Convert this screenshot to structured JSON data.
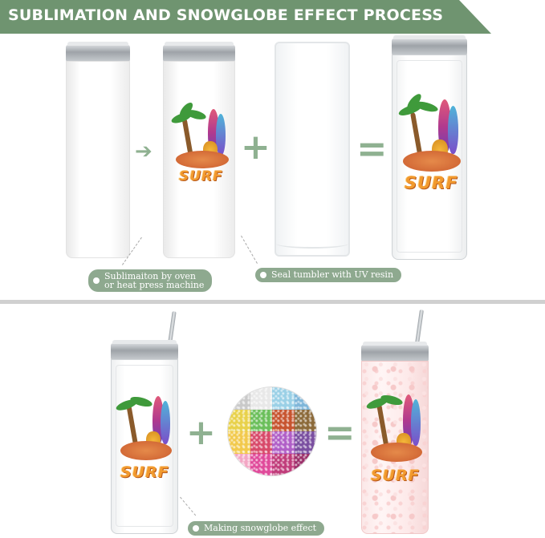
{
  "header": {
    "title": "SUBLIMATION AND SNOWGLOBE EFFECT PROCESS"
  },
  "design": {
    "text": "SURF"
  },
  "operators": {
    "arrow": "➔",
    "plus": "+",
    "equals": "="
  },
  "labels": {
    "sublimation": "Sublimaiton by oven or heat press machine",
    "sublimation_line1": "Sublimaiton by oven",
    "sublimation_line2": "or heat press machine",
    "seal": "Seal tumbler with UV resin",
    "snowglobe": "Making snowglobe effect"
  },
  "colors": {
    "banner": "#6f9470",
    "label_pill": "#8ea98f",
    "operator": "#8fb191",
    "divider": "#d0d0d0"
  },
  "glitter_colors": [
    "#c9c9c9",
    "#e8e8e8",
    "#9ad0e6",
    "#7fb6d9",
    "#e8d14a",
    "#6bbf5b",
    "#c7542f",
    "#8c6a3a",
    "#f2c94c",
    "#d84a6a",
    "#b05fc7",
    "#7a4fa0",
    "#f3a6c4",
    "#e04a9a",
    "#c03c7a",
    "#9b2f6a"
  ]
}
